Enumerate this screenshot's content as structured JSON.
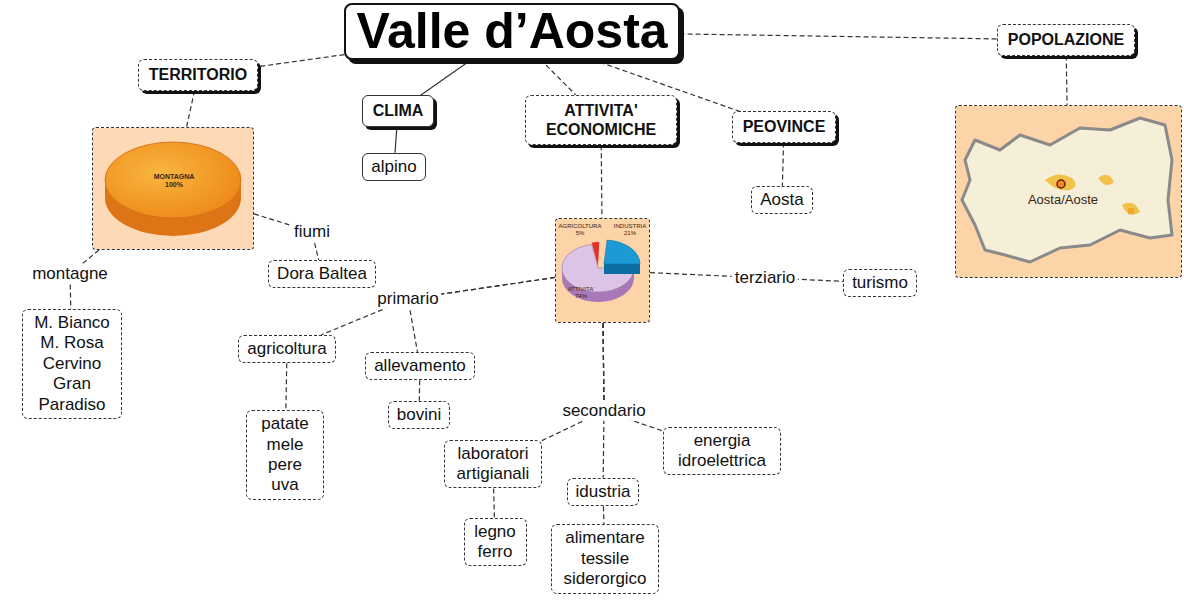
{
  "diagram": {
    "nodes": [
      {
        "text": [
          "Valle d’Aosta"
        ]
      },
      {
        "text": [
          "TERRITORIO"
        ]
      },
      {
        "text": [
          "CLIMA"
        ]
      },
      {
        "text": [
          "ATTIVITA' ECONOMICHE"
        ]
      },
      {
        "text": [
          "PEOVINCE"
        ]
      },
      {
        "text": [
          "POPOLAZIONE"
        ]
      },
      {
        "text": [
          "MONTAGNA 100%"
        ]
      },
      {
        "text": [
          "alpino"
        ]
      },
      {
        "text": [
          "AGRICOLTURA 5%",
          "INDUSTRIA 21%",
          "ATTIVITA' 74%"
        ]
      },
      {
        "text": [
          "Aosta"
        ]
      },
      {
        "text": [
          "Aosta/Aoste"
        ]
      },
      {
        "text": [
          "Dora Baltea"
        ]
      },
      {
        "text": [
          "M. Bianco M. Rosa Cervino Gran Paradiso"
        ]
      },
      {
        "text": [
          "turismo"
        ]
      },
      {
        "text": [
          "agricoltura"
        ]
      },
      {
        "text": [
          "allevamento"
        ]
      },
      {
        "text": [
          "patate mele pere uva"
        ]
      },
      {
        "text": [
          "bovini"
        ]
      },
      {
        "text": [
          "laboratori artigianali"
        ]
      },
      {
        "text": [
          "idustria"
        ]
      },
      {
        "text": [
          "energia idroelettrica"
        ]
      },
      {
        "text": [
          "legno ferro"
        ]
      },
      {
        "text": [
          "alimentare tessile siderorgico"
        ]
      }
    ],
    "edges": [
      {
        "from": 0,
        "to": 1,
        "arrow": "none"
      },
      {
        "from": 0,
        "to": 2,
        "arrow": "none"
      },
      {
        "from": 0,
        "to": 3,
        "arrow": "none"
      },
      {
        "from": 0,
        "to": 4,
        "arrow": "none"
      },
      {
        "from": 0,
        "to": 5,
        "arrow": "none"
      },
      {
        "from": 1,
        "to": 6,
        "arrow": "none"
      },
      {
        "from": 2,
        "to": 7,
        "arrow": "none"
      },
      {
        "from": 3,
        "to": 8,
        "arrow": "none"
      },
      {
        "from": 4,
        "to": 9,
        "arrow": "none"
      },
      {
        "from": 5,
        "to": 10,
        "arrow": "none"
      },
      {
        "from": 6,
        "to": 11,
        "label": "fiumi",
        "arrow": "none"
      },
      {
        "from": 6,
        "to": 12,
        "label": "montagne",
        "arrow": "none"
      },
      {
        "from": 8,
        "to": 13,
        "label": "terziario",
        "arrow": "none"
      },
      {
        "from": 8,
        "to": 14,
        "label": "primario",
        "arrow": "none"
      },
      {
        "from": 8,
        "to": 15,
        "arrow": "none"
      },
      {
        "from": 14,
        "to": 16,
        "arrow": "none"
      },
      {
        "from": 15,
        "to": 17,
        "arrow": "none"
      },
      {
        "from": 8,
        "to": 18,
        "label": "secondario",
        "arrow": "none"
      },
      {
        "from": 8,
        "to": 19,
        "arrow": "none"
      },
      {
        "from": 8,
        "to": 20,
        "arrow": "none"
      },
      {
        "from": 18,
        "to": 21,
        "arrow": "none"
      },
      {
        "from": 19,
        "to": 22,
        "arrow": "none"
      }
    ]
  }
}
